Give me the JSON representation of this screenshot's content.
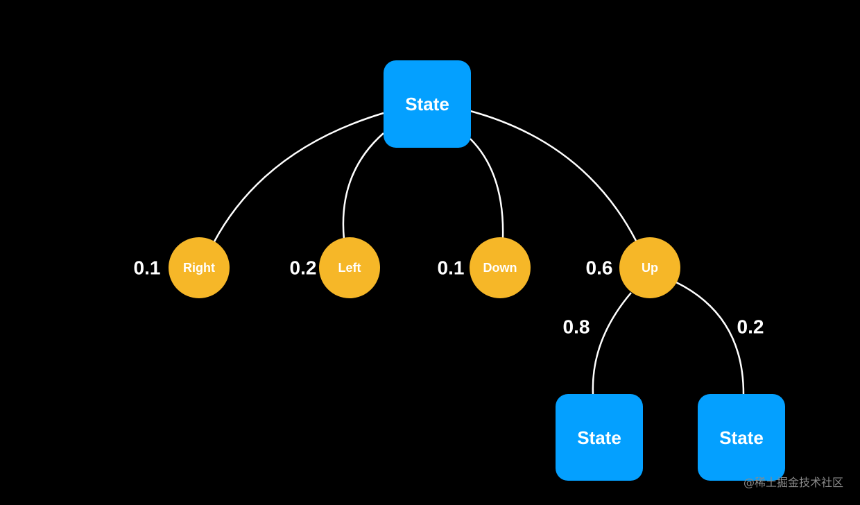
{
  "colors": {
    "background": "#000000",
    "state": "#04a0ff",
    "action": "#f6b728",
    "edge": "#ffffff",
    "text": "#ffffff"
  },
  "root": {
    "label": "State"
  },
  "actions": [
    {
      "label": "Right",
      "probability": "0.1"
    },
    {
      "label": "Left",
      "probability": "0.2"
    },
    {
      "label": "Down",
      "probability": "0.1"
    },
    {
      "label": "Up",
      "probability": "0.6"
    }
  ],
  "outcomes": [
    {
      "label": "State",
      "probability": "0.8"
    },
    {
      "label": "State",
      "probability": "0.2"
    }
  ],
  "watermark": "@稀土掘金技术社区"
}
